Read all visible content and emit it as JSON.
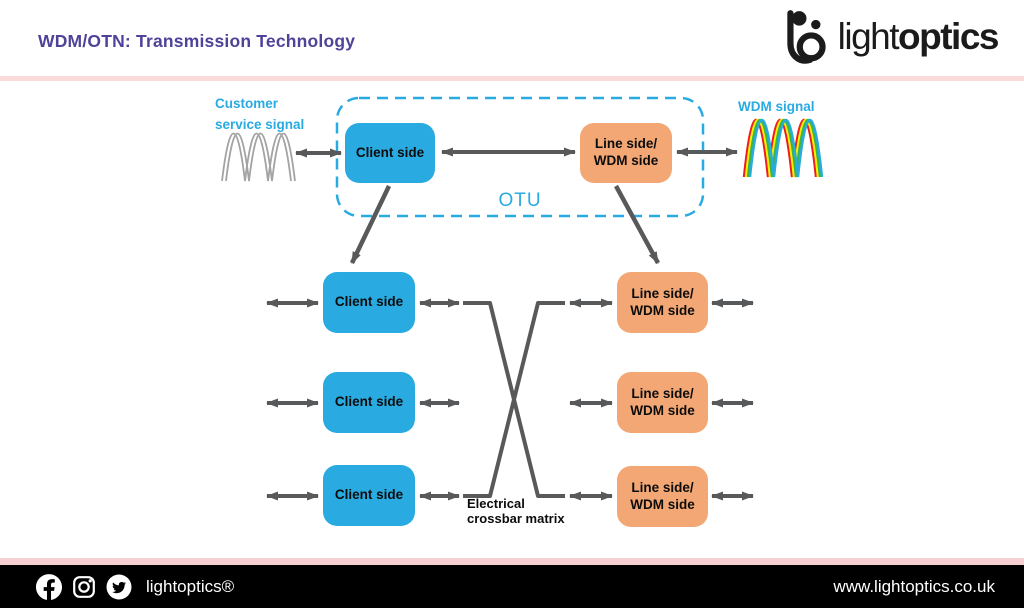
{
  "header": {
    "title": "WDM/OTN: Transmission Technology"
  },
  "logo": {
    "light": "light",
    "bold": "optics",
    "icon": "lightoptics-mark-icon"
  },
  "diagram": {
    "customer_signal_label": "Customer\nservice signal",
    "wdm_signal_label": "WDM signal",
    "otu_label": "OTU",
    "otu_unit": {
      "client_box": "Client side",
      "line_box": "Line side/\nWDM side"
    },
    "matrix_label": "Electrical\ncrossbar matrix",
    "rows": [
      {
        "client": "Client side",
        "line": "Line side/\nWDM side"
      },
      {
        "client": "Client side",
        "line": "Line side/\nWDM side"
      },
      {
        "client": "Client side",
        "line": "Line side/\nWDM side"
      }
    ]
  },
  "footer": {
    "brand": "lightoptics®",
    "website": "www.lightoptics.co.uk",
    "social_icons": [
      "facebook-icon",
      "instagram-icon",
      "twitter-icon"
    ]
  },
  "colors": {
    "accent_cyan": "#29ABE2",
    "box_orange": "#F2A774",
    "matrix_yellow": "#FFD93F",
    "arrow_gray": "#58595B",
    "title_purple": "#4E4399",
    "divider_pink": "#FADBDA",
    "footer_black": "#000000"
  }
}
